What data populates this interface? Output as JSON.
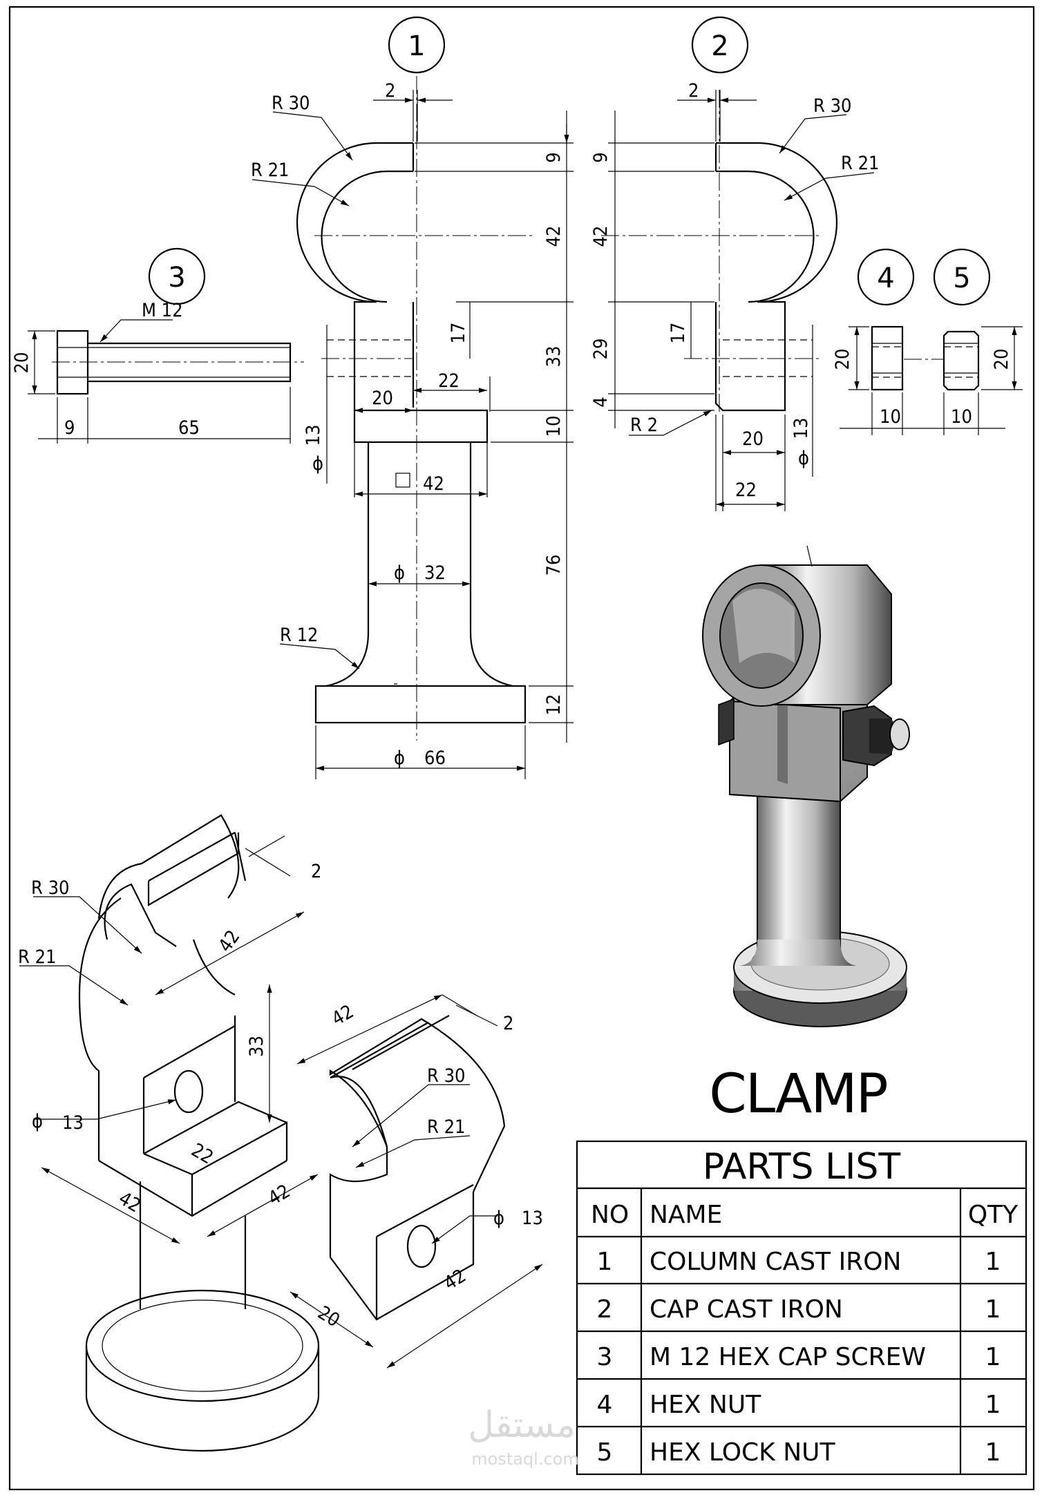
{
  "drawing": {
    "title": "CLAMP",
    "callouts": [
      "1",
      "2",
      "3",
      "4",
      "5"
    ]
  },
  "dims": {
    "part1": {
      "top_gap": "2",
      "r_outer": "R 30",
      "r_inner": "R 21",
      "h9": "9",
      "h42": "42",
      "h17": "17",
      "h33": "33",
      "h10": "10",
      "h76": "76",
      "h12": "12",
      "w20": "20",
      "w22": "22",
      "d13": "13",
      "sq42": "42",
      "d32": "32",
      "r12": "R 12",
      "d66": "66"
    },
    "part2": {
      "top_gap": "2",
      "r_outer": "R 30",
      "r_inner": "R 21",
      "h9": "9",
      "h42": "42",
      "h17": "17",
      "h29": "29",
      "h4": "4",
      "r2": "R 2",
      "w20": "20",
      "w22": "22",
      "d13": "13"
    },
    "part3": {
      "thread": "M 12",
      "h20": "20",
      "w9": "9",
      "w65": "65"
    },
    "part4": {
      "h20": "20",
      "w10": "10"
    },
    "part5": {
      "h20": "20",
      "w10": "10"
    },
    "iso": {
      "r30": "R 30",
      "r21": "R 21",
      "gap2": "2",
      "w42a": "42",
      "h33": "33",
      "d13": "13",
      "w22": "22",
      "w42b": "42",
      "w42c": "42",
      "gap2b": "2",
      "w42d": "42",
      "r30b": "R 30",
      "r21b": "R 21",
      "d13b": "13",
      "w42e": "42",
      "w20": "20"
    }
  },
  "parts_list": {
    "title": "PARTS LIST",
    "headers": {
      "no": "NO",
      "name": "NAME",
      "qty": "QTY"
    },
    "rows": [
      {
        "no": "1",
        "name": "COLUMN CAST IRON",
        "qty": "1"
      },
      {
        "no": "2",
        "name": "CAP CAST IRON",
        "qty": "1"
      },
      {
        "no": "3",
        "name": "M 12 HEX CAP SCREW",
        "qty": "1"
      },
      {
        "no": "4",
        "name": "HEX NUT",
        "qty": "1"
      },
      {
        "no": "5",
        "name": "HEX LOCK NUT",
        "qty": "1"
      }
    ]
  },
  "watermark": {
    "arabic": "مستقل",
    "latin": "mostaql.com"
  },
  "colors": {
    "line": "#000000",
    "background": "#ffffff",
    "render_light": "#e8e8e8",
    "render_dark": "#5a5a5a"
  },
  "symbols": {
    "diameter": "ϕ",
    "square": "□"
  }
}
